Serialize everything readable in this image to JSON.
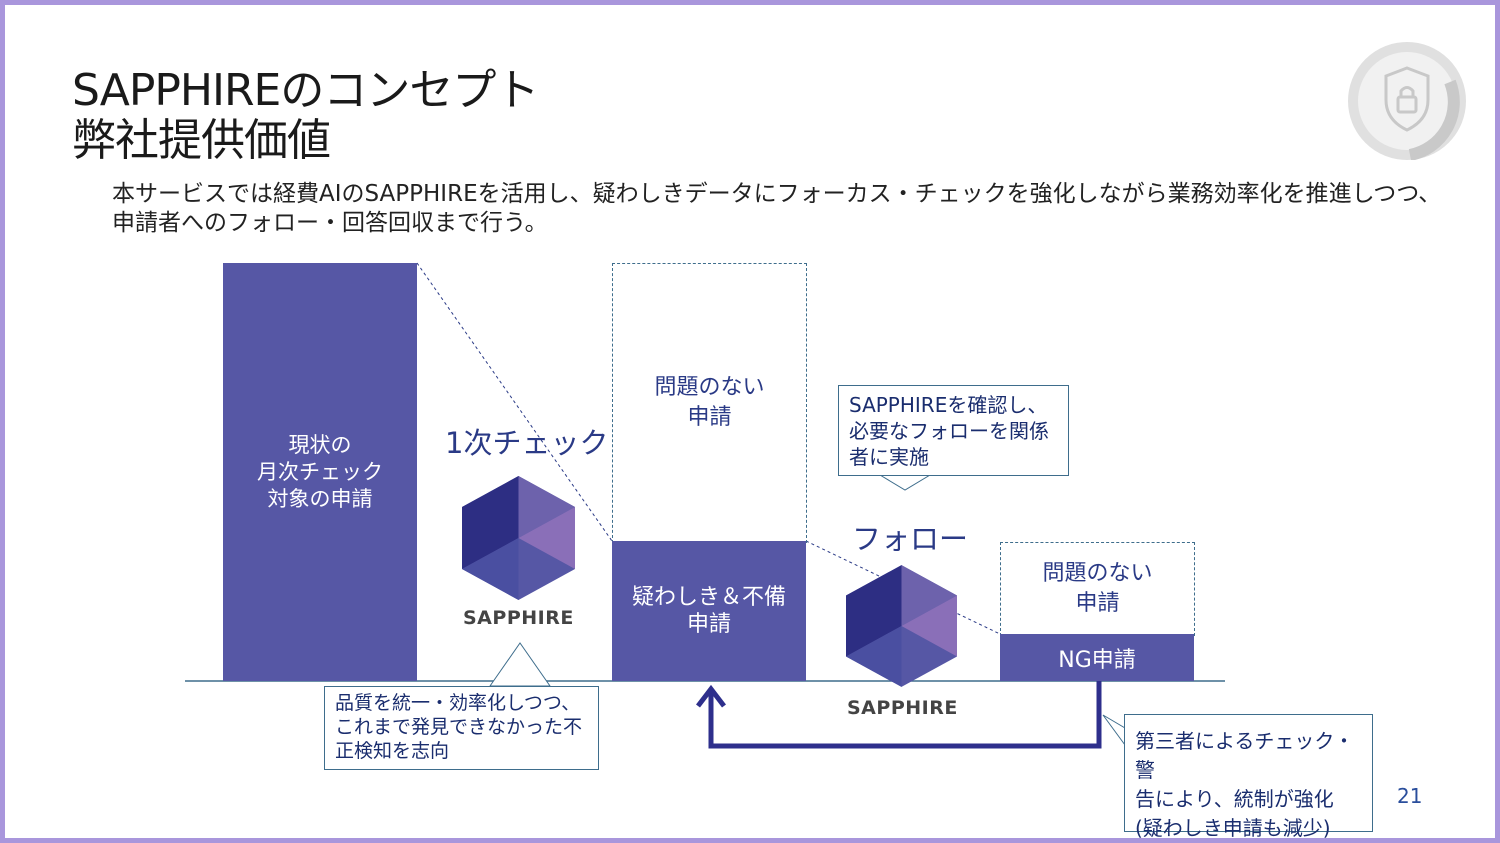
{
  "slide": {
    "title_line1": "SAPPHIREのコンセプト",
    "title_line2": "弊社提供価値",
    "description": "本サービスでは経費AIのSAPPHIREを活用し、疑わしきデータにフォーカス・チェックを強化しながら業務効率化を推進しつつ、申請者へのフォロー・回答回収まで行う。",
    "page_number": "21"
  },
  "diagram": {
    "bar_current": [
      "現状の",
      "月次チェック",
      "対象の申請"
    ],
    "label_first_check": "1次チェック",
    "logo1": "SAPPHIRE",
    "box_no_issue_1": [
      "問題のない",
      "申請"
    ],
    "bar_suspicious": [
      "疑わしき＆不備",
      "申請"
    ],
    "label_follow": "フォロー",
    "logo2": "SAPPHIRE",
    "box_no_issue_2": [
      "問題のない",
      "申請"
    ],
    "bar_ng": "NG申請",
    "callout_confirm": [
      "SAPPHIREを確認し、",
      "必要なフォローを関係",
      "者に実施"
    ],
    "callout_quality": [
      "品質を統一・効率化しつつ、",
      "これまで発見できなかった不",
      "正検知を志向"
    ],
    "callout_third_party": [
      "第三者によるチェック・警",
      "告により、統制が強化",
      "(疑わしき申請も減少)"
    ]
  },
  "colors": {
    "bar": "#5657a5",
    "accent_text": "#2a3a86",
    "frame": "#a996dc",
    "arrow": "#2e2f8c"
  },
  "icons": {
    "badge": "shield-lock-icon",
    "logo": "hexagon-cube-icon",
    "feedback_arrow": "up-arrow-icon"
  }
}
